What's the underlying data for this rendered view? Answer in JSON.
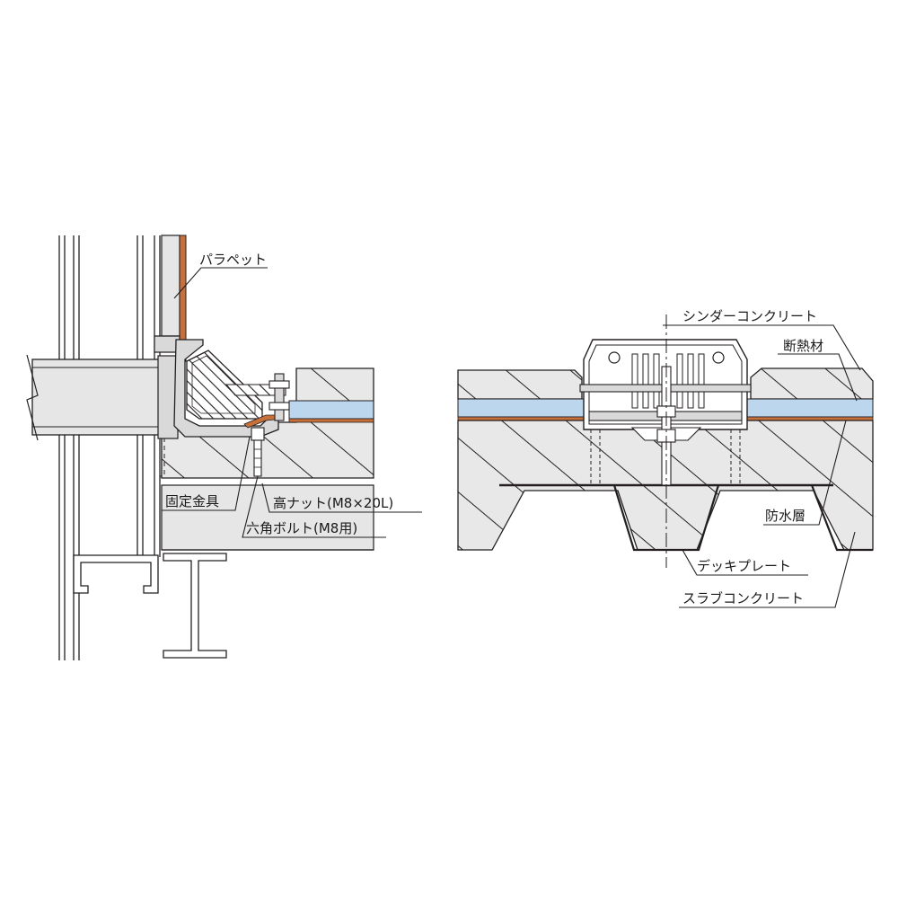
{
  "left_detail": {
    "labels": {
      "parapet": "パラペット",
      "fixing_bracket": "固定金具",
      "high_nut": "高ナット(M8×20L)",
      "hex_bolt": "六角ボルト(M8用)"
    }
  },
  "right_detail": {
    "labels": {
      "cinder_concrete": "シンダーコンクリート",
      "insulation": "断熱材",
      "waterproof_layer": "防水層",
      "deck_plate": "デッキプレート",
      "slab_concrete": "スラブコンクリート"
    }
  },
  "colors": {
    "line": "#231f20",
    "concrete": "#e6e6e6",
    "insulation": "#bcd6ee",
    "membrane": "#c8703a",
    "metal": "#d9d9d9"
  }
}
